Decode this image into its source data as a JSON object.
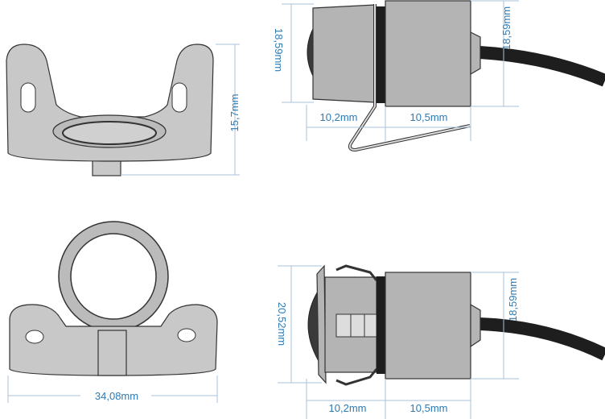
{
  "views": {
    "bracket_top": {
      "height_label": "15,7mm"
    },
    "side_top": {
      "front_height_label": "18,59mm",
      "front_length_label": "10,2mm",
      "rear_length_label": "10,5mm",
      "rear_height_label": "18,59mm"
    },
    "bracket_bottom": {
      "width_label": "34,08mm"
    },
    "side_bottom": {
      "front_height_label": "20,52mm",
      "front_length_label": "10,2mm",
      "rear_length_label": "10,5mm",
      "rear_height_label": "18,59mm"
    }
  },
  "colors": {
    "dimension": "#2b7bb5",
    "dimension_line": "#a9c3da",
    "metal": "#b4b4b4",
    "cable": "#1e1e1e"
  }
}
